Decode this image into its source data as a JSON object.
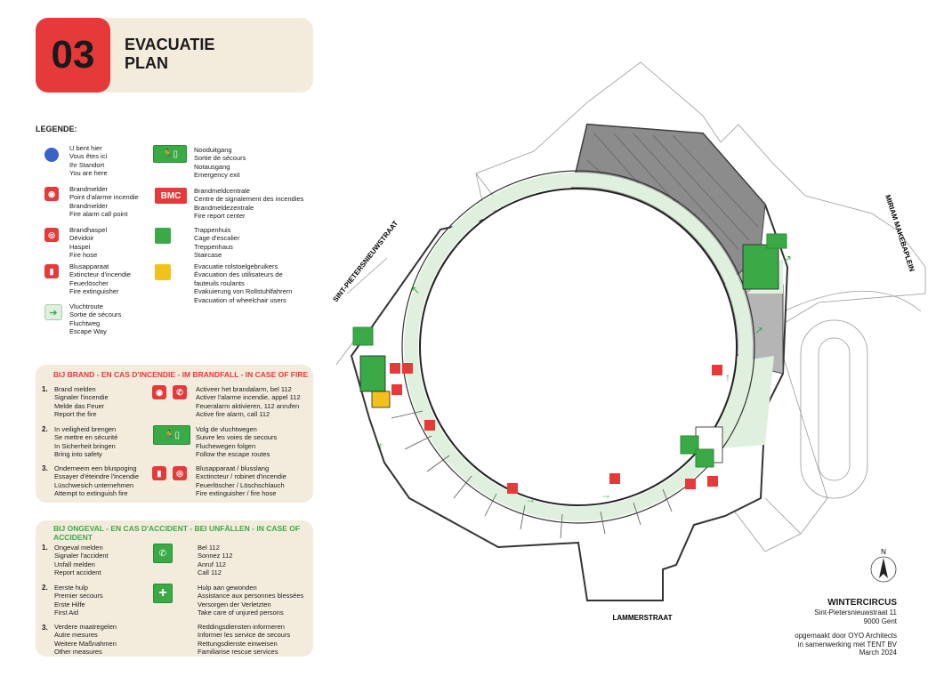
{
  "header": {
    "number": "03",
    "title_line1": "EVACUATIE",
    "title_line2": "PLAN"
  },
  "legend": {
    "heading": "LEGENDE:",
    "left": [
      {
        "icon": "you-are-here-dot",
        "lines": [
          "U bent hier",
          "Vous êtes ici",
          "Ihr Standort",
          "You are here"
        ]
      },
      {
        "icon": "fire-alarm-call-point-icon",
        "lines": [
          "Brandmelder",
          "Point d'alarme incendie",
          "Brandmelder",
          "Fire alarm call point"
        ]
      },
      {
        "icon": "fire-hose-icon",
        "lines": [
          "Brandhaspel",
          "Dévidoir",
          "Haspel",
          "Fire hose"
        ]
      },
      {
        "icon": "fire-extinguisher-icon",
        "lines": [
          "Blusapparaat",
          "Extincteur d'incendie",
          "Feuerlöscher",
          "Fire extinguisher"
        ]
      },
      {
        "icon": "escape-way-arrow-icon",
        "lines": [
          "Vluchtroute",
          "Sortie de sécours",
          "Fluchtweg",
          "Escape Way"
        ]
      }
    ],
    "right": [
      {
        "icon": "emergency-exit-icon",
        "lines": [
          "Nooduitgang",
          "Sortie de sécours",
          "Notausgang",
          "Emergency exit"
        ]
      },
      {
        "icon": "bmc-icon",
        "label": "BMC",
        "lines": [
          "Brandmeldcentrale",
          "Centre de signalement des incendies",
          "Brandmeldezentrale",
          "Fire report center"
        ]
      },
      {
        "icon": "staircase-swatch",
        "lines": [
          "Trappenhuis",
          "Cage d'escalier",
          "Treppenhaus",
          "Staircase"
        ]
      },
      {
        "icon": "wheelchair-evacuation-swatch",
        "lines": [
          "Evacuatie rolstoelgebruikers",
          "Évacuation des utilisateurs de",
          "fauteuils roulants",
          "Evakuierung von Rollstuhlfahrern",
          "Evacuation of wheelchair users"
        ]
      }
    ]
  },
  "fire_card": {
    "heading": "BIJ BRAND - EN CAS D'INCENDIE - IM BRANDFALL - IN CASE OF FIRE",
    "steps": [
      {
        "num": "1.",
        "left": [
          "Brand melden",
          "Signaler l'incendie",
          "Melde das Feuer",
          "Report the fire"
        ],
        "right": [
          "Activeer het brandalarm, bel 112",
          "Activer l'alarme incendie, appel 112",
          "Feueralarm aktivieren, 112 anrufen",
          "Active fire alarm, call 112"
        ]
      },
      {
        "num": "2.",
        "left": [
          "In veiligheid brengen",
          "Se mettre en sécurité",
          "In Sicherheit bringen",
          "Bring into safety"
        ],
        "right": [
          "Volg de vluchtwegen",
          "Suivre les voies de secours",
          "Fluchewegen folgen",
          "Follow the escape routes"
        ]
      },
      {
        "num": "3.",
        "left": [
          "Onderneem een bluspoging",
          "Essayer d'éteindre l'incendie",
          "Lüschwesich unternehmen",
          "Attempt to extinguish fire"
        ],
        "right": [
          "Blusapparaat / blusslang",
          "Exctincteur / robinet d'incendie",
          "Feuerlöscher / Löschschlauch",
          "Fire extinguisher / fire hose"
        ]
      }
    ]
  },
  "accident_card": {
    "heading_line1": "BIJ ONGEVAL - EN CAS D'ACCIDENT - BEI UNFÄLLEN - IN CASE OF",
    "heading_line2": "ACCIDENT",
    "steps": [
      {
        "num": "1.",
        "left": [
          "Ongeval melden",
          "Signaler l'accident",
          "Unfall melden",
          "Report accident"
        ],
        "right": [
          "Bel 112",
          "Sonnez 112",
          "Anruf 112",
          "Call 112"
        ]
      },
      {
        "num": "2.",
        "left": [
          "Eerste hulp",
          "Premier secours",
          "Erste Hilfe",
          "First Aid"
        ],
        "right": [
          "Hulp aan gewonden",
          "Assistance aux personnes blessées",
          "Versorgen der Verletzten",
          "Take care of unjured persons"
        ]
      },
      {
        "num": "3.",
        "left": [
          "Verdere maatregelen",
          "Autre mesures",
          "Weitere Maßnahmen",
          "Other measures"
        ],
        "right": [
          "Reddingsdiensten informeren",
          "Informer les service de secours",
          "Rettungsdienste einweisen",
          "Familiarise rescue services"
        ]
      }
    ]
  },
  "map": {
    "streets": {
      "west": "SINT-PIETERSNIEUWSTRAAT",
      "east": "MIRIAM MAKEBAPLEIN",
      "south": "LAMMERSTRAAT"
    },
    "compass": "N",
    "colors": {
      "red": "#e63a3a",
      "green": "#3aaa46",
      "yellow": "#f2c21b",
      "route": "#dff1de",
      "grey": "#8c8c8c",
      "cream": "#f3ecdd"
    }
  },
  "info": {
    "name": "WINTERCIRCUS",
    "address1": "Sint-Pietersnieuwstraat 11",
    "address2": "9000 Gent",
    "credit1": "opgemaakt door OYO Architects",
    "credit2": "in samenwerking met TENT BV",
    "date": "March 2024"
  }
}
